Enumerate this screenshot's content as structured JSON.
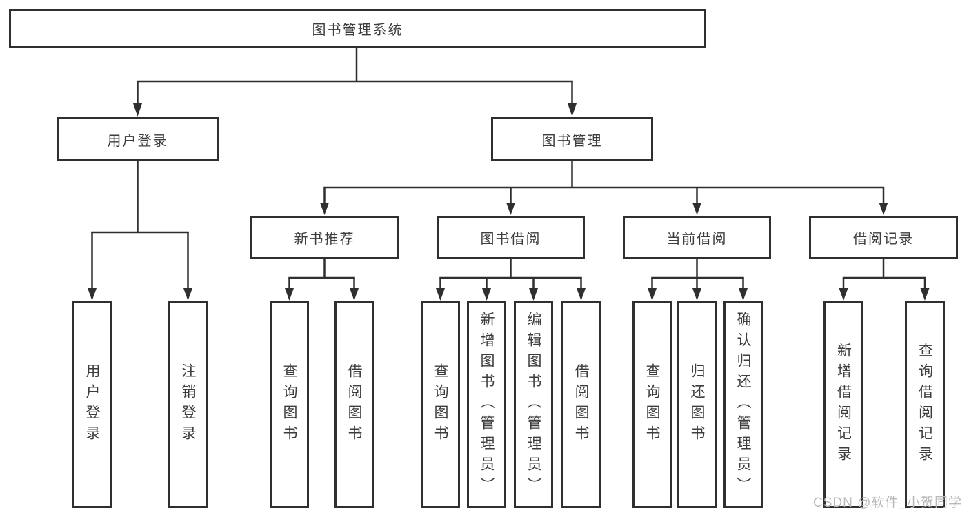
{
  "diagram": {
    "root": "图书管理系统",
    "user_login": {
      "label": "用户登录",
      "children": [
        "用户登录",
        "注销登录"
      ]
    },
    "book_mgmt": {
      "label": "图书管理",
      "sections": [
        {
          "label": "新书推荐",
          "children": [
            "查询图书",
            "借阅图书"
          ]
        },
        {
          "label": "图书借阅",
          "children": [
            "查询图书",
            "新增图书（管理员）",
            "编辑图书（管理员）",
            "借阅图书"
          ]
        },
        {
          "label": "当前借阅",
          "children": [
            "查询图书",
            "归还图书",
            "确认归还（管理员）"
          ]
        },
        {
          "label": "借阅记录",
          "children": [
            "新增借阅记录",
            "查询借阅记录"
          ]
        }
      ]
    }
  },
  "watermark": "CSDN @软件_小贺同学",
  "colors": {
    "line": "#2f2f2f",
    "text": "#3d3d3d",
    "watermark": "#b9b9b9",
    "background": "#ffffff"
  }
}
